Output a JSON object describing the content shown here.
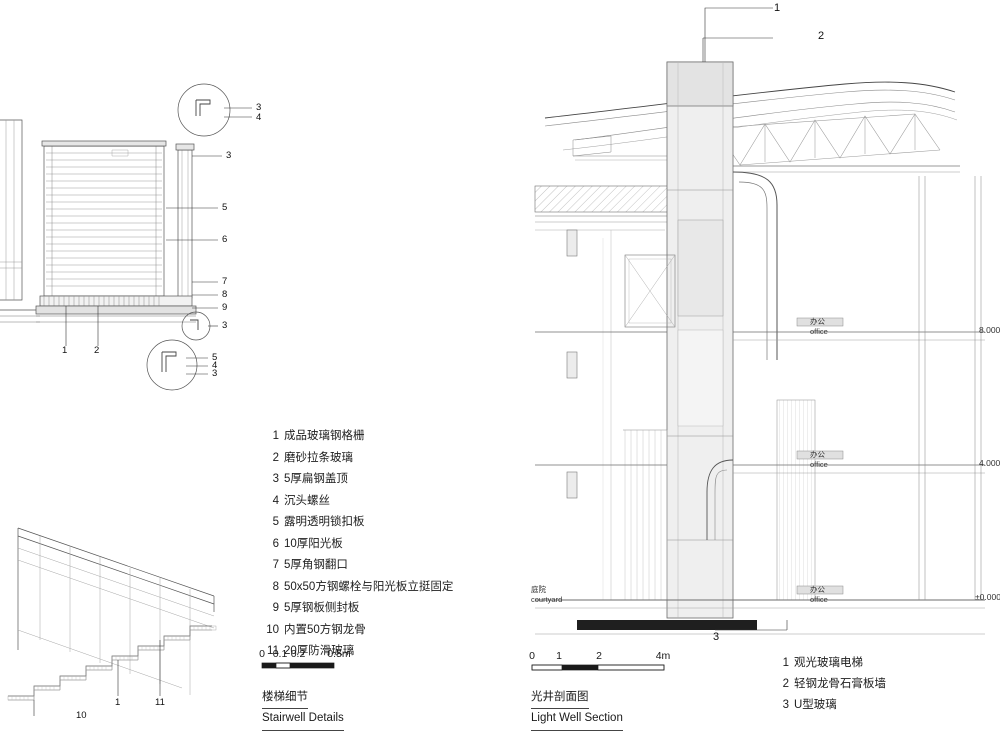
{
  "stairwell_detail": {
    "title_cn": "楼梯细节",
    "title_en": "Stairwell Details",
    "callout_numbers": [
      "1",
      "2",
      "3",
      "4",
      "5",
      "6",
      "7",
      "8",
      "9",
      "10",
      "11"
    ],
    "plan_callouts": {
      "top_pair": [
        "3",
        "4"
      ],
      "right_single": "3",
      "mid_right": [
        "5",
        "6"
      ],
      "lower_right": [
        "7",
        "8",
        "9"
      ],
      "bubble_lower": "3",
      "bubble_bottom": [
        "5",
        "4",
        "3"
      ],
      "baseline": [
        "1",
        "2"
      ]
    },
    "section_callouts": [
      "1",
      "11",
      "10"
    ],
    "legend": [
      {
        "num": "1",
        "text": "成品玻璃钢格栅"
      },
      {
        "num": "2",
        "text": "磨砂拉条玻璃"
      },
      {
        "num": "3",
        "text": "5厚扁钢盖顶"
      },
      {
        "num": "4",
        "text": "沉头螺丝"
      },
      {
        "num": "5",
        "text": "露明透明锁扣板"
      },
      {
        "num": "6",
        "text": "10厚阳光板"
      },
      {
        "num": "7",
        "text": "5厚角钢翻口"
      },
      {
        "num": "8",
        "text": "50x50方钢螺栓与阳光板立挺固定"
      },
      {
        "num": "9",
        "text": "5厚钢板侧封板"
      },
      {
        "num": "10",
        "text": "内置50方钢龙骨"
      },
      {
        "num": "11",
        "text": "20厚防滑玻璃"
      }
    ],
    "scale": {
      "ticks": [
        "0",
        "0.1",
        "0.2",
        "0.5m"
      ]
    }
  },
  "light_well_section": {
    "title_cn": "光井剖面图",
    "title_en": "Light Well Section",
    "callout_numbers": [
      "1",
      "2",
      "3"
    ],
    "legend": [
      {
        "num": "1",
        "text": "观光玻璃电梯"
      },
      {
        "num": "2",
        "text": "轻钢龙骨石膏板墙"
      },
      {
        "num": "3",
        "text": "U型玻璃"
      }
    ],
    "scale": {
      "ticks": [
        "0",
        "1",
        "2",
        "4m"
      ]
    },
    "elevations": [
      {
        "value": "8.000"
      },
      {
        "value": "4.000"
      },
      {
        "value": "±0.000"
      }
    ],
    "room_tags": [
      {
        "cn": "办公",
        "en": "office"
      },
      {
        "cn": "办公",
        "en": "office"
      },
      {
        "cn": "办公",
        "en": "office"
      },
      {
        "cn": "庭院",
        "en": "courtyard"
      }
    ]
  },
  "colors": {
    "line": "#333333",
    "light_line": "#9a9a9a",
    "hatch": "#b4b4b4",
    "fill_grey": "#e9e9e9",
    "background": "#ffffff"
  }
}
